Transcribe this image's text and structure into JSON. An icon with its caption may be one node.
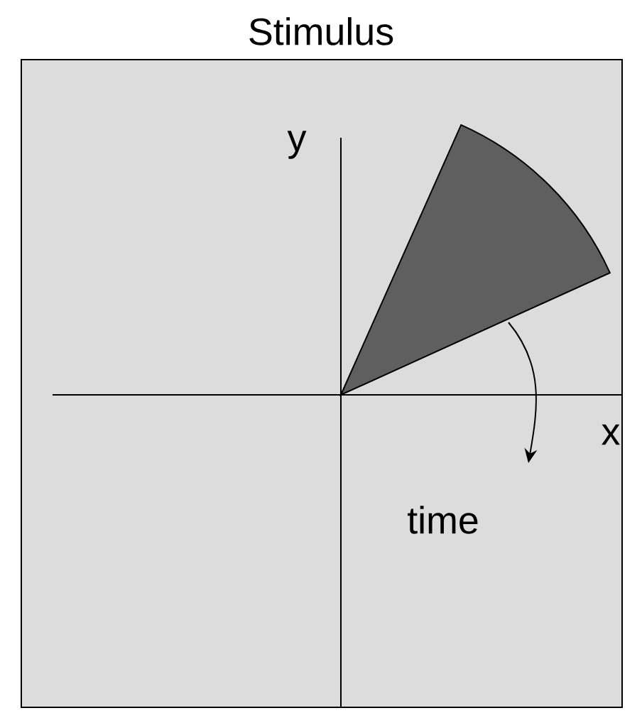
{
  "diagram": {
    "title": "Stimulus",
    "labels": [
      "y",
      "x",
      "time"
    ]
  }
}
